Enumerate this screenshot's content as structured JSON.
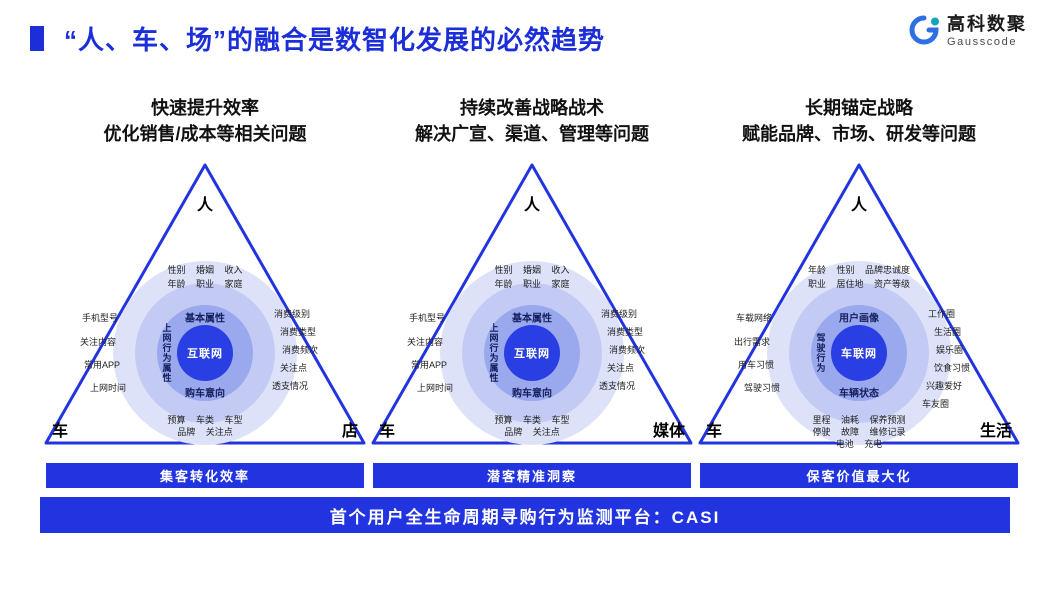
{
  "header": {
    "title": "“人、车、场”的融合是数智化发展的必然趋势"
  },
  "logo": {
    "name_cn": "高科数聚",
    "name_en": "Gausscode"
  },
  "colors": {
    "accent_blue": "#1b2ed8",
    "bar_blue": "#2134e0",
    "core_blue": "#2a3fe3",
    "ring_outer": "#dde2f8",
    "ring_middle": "#c3cbf4",
    "ring_inner": "#9aa8ee"
  },
  "platform_bar": "首个用户全生命周期寻购行为监测平台：CASI",
  "panels": [
    {
      "heading_line1": "快速提升效率",
      "heading_line2": "优化销售/成本等相关问题",
      "apex": "人",
      "corner_left": "车",
      "corner_right": "店",
      "core": "互联网",
      "ring_top": "基本属性",
      "ring_bottom": "购车意向",
      "ring_left": "上网行为属性",
      "top_line1": "性别 婚姻 收入",
      "top_line2": "年龄 职业 家庭",
      "left_items": [
        "手机型号",
        "关注内容",
        "常用APP",
        "上网时间"
      ],
      "right_items": [
        "消费级别",
        "消费类型",
        "消费频次",
        "关注点",
        "透支情况"
      ],
      "bottom_line1": "预算 车类 车型",
      "bottom_line2": "品牌 关注点",
      "bar": "集客转化效率"
    },
    {
      "heading_line1": "持续改善战略战术",
      "heading_line2": "解决广宣、渠道、管理等问题",
      "apex": "人",
      "corner_left": "车",
      "corner_right": "媒体",
      "core": "互联网",
      "ring_top": "基本属性",
      "ring_bottom": "购车意向",
      "ring_left": "上网行为属性",
      "top_line1": "性别 婚姻 收入",
      "top_line2": "年龄 职业 家庭",
      "left_items": [
        "手机型号",
        "关注内容",
        "常用APP",
        "上网时间"
      ],
      "right_items": [
        "消费级别",
        "消费类型",
        "消费频次",
        "关注点",
        "透支情况"
      ],
      "bottom_line1": "预算 车类 车型",
      "bottom_line2": "品牌 关注点",
      "bar": "潜客精准洞察"
    },
    {
      "heading_line1": "长期锚定战略",
      "heading_line2": "赋能品牌、市场、研发等问题",
      "apex": "人",
      "corner_left": "车",
      "corner_right": "生活",
      "core": "车联网",
      "ring_top": "用户画像",
      "ring_bottom": "车辆状态",
      "ring_left": "驾驶行为",
      "top_line1": "年龄 性别 品牌忠诚度",
      "top_line2": "职业 居住地 资产等级",
      "left_items": [
        "车载网络",
        "出行需求",
        "用车习惯",
        "驾驶习惯"
      ],
      "right_items": [
        "工作圈",
        "生活圈",
        "娱乐圈",
        "饮食习惯",
        "兴趣爱好",
        "车友圈"
      ],
      "bottom_line1": "里程 油耗 保养预测",
      "bottom_line2": "停驶 故障 维修记录",
      "bottom_line3": "电池 充电",
      "bar": "保客价值最大化"
    }
  ]
}
